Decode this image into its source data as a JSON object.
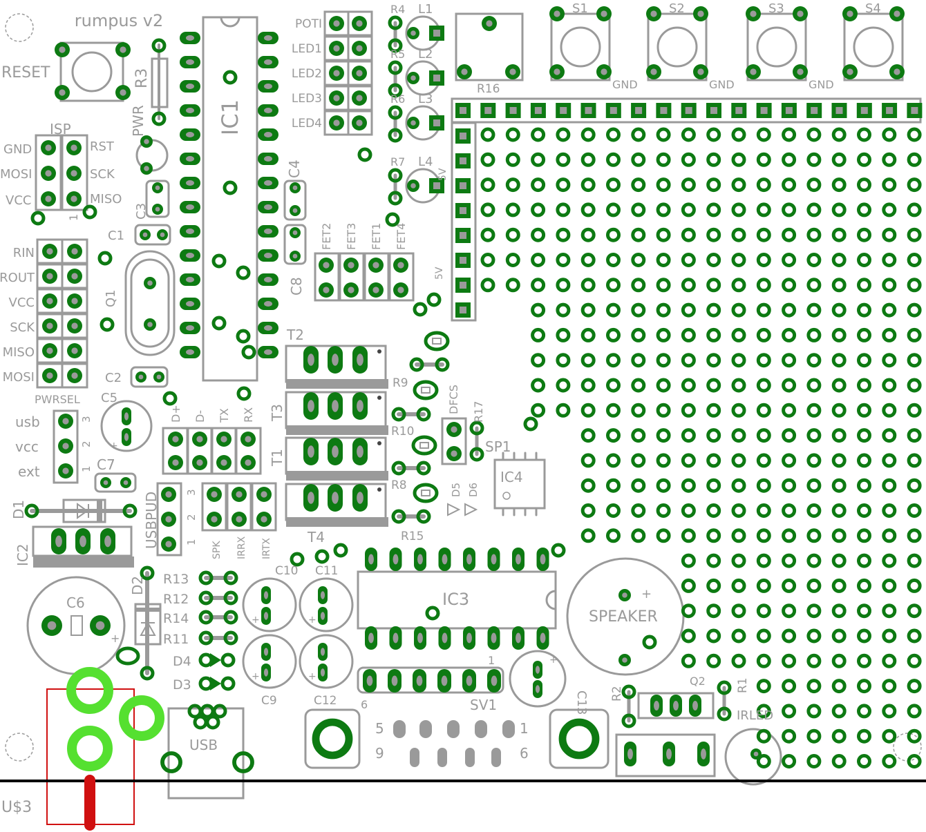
{
  "board": {
    "title": "rumpus v2",
    "colors": {
      "pad": "#0d7a12",
      "silkscreen": "#9a9a9a",
      "bright_pad": "#55e030",
      "outline_red": "#d01010",
      "edge": "#000000",
      "background": "#ffffff"
    }
  },
  "labels": {
    "reset": "RESET",
    "r3": "R3",
    "pwr": "PWR",
    "isp": "ISP",
    "gnd": "GND",
    "rst": "RST",
    "mosi": "MOSI",
    "sck": "SCK",
    "vcc": "VCC",
    "miso": "MISO",
    "one": "1",
    "c1": "C1",
    "c2": "C2",
    "c3": "C3",
    "c4": "C4",
    "c5": "C5",
    "c6": "C6",
    "c7": "C7",
    "c8": "C8",
    "c9": "C9",
    "c10": "C10",
    "c11": "C11",
    "c12": "C12",
    "c13": "C13",
    "q1": "Q1",
    "q2": "Q2",
    "ic1": "IC1",
    "ic2": "IC2",
    "ic3": "IC3",
    "ic4": "IC4",
    "rin": "RIN",
    "rout": "ROUT",
    "pwrsel": "PWRSEL",
    "usb_small": "usb",
    "vcc_small": "vcc",
    "ext": "ext",
    "two": "2",
    "three": "3",
    "d_plus": "D+",
    "d_minus": "D-",
    "tx": "TX",
    "rx": "RX",
    "d1": "D1",
    "d2": "D2",
    "d3": "D3",
    "d4": "D4",
    "d5": "D5",
    "d6": "D6",
    "usbpud": "USBPUD",
    "spk": "SPK",
    "irrx": "IRRX",
    "irtx": "IRTX",
    "r13": "R13",
    "r12": "R12",
    "r14": "R14",
    "r11": "R11",
    "poti": "POTI",
    "led1": "LED1",
    "led2": "LED2",
    "led3": "LED3",
    "led4": "LED4",
    "r4": "R4",
    "r5": "R5",
    "r6": "R6",
    "r7": "R7",
    "l1": "L1",
    "l2": "L2",
    "l3": "L3",
    "l4": "L4",
    "five_v": "5V",
    "fet1": "FET1",
    "fet2": "FET2",
    "fet3": "FET3",
    "fet4": "FET4",
    "t1": "T1",
    "t2": "T2",
    "t3": "T3",
    "t4": "T4",
    "r8": "R8",
    "r9": "R9",
    "r10": "R10",
    "r15": "R15",
    "r16": "R16",
    "r17": "R17",
    "r1": "R1",
    "r2": "R2",
    "dfcs": "DFCS",
    "sp1": "SP1",
    "s1": "S1",
    "s2": "S2",
    "s3": "S3",
    "s4": "S4",
    "speaker": "SPEAKER",
    "plus": "+",
    "sv1": "SV1",
    "six": "6",
    "five": "5",
    "nine": "9",
    "usb": "USB",
    "irled": "IRLED",
    "u3": "U$3"
  }
}
